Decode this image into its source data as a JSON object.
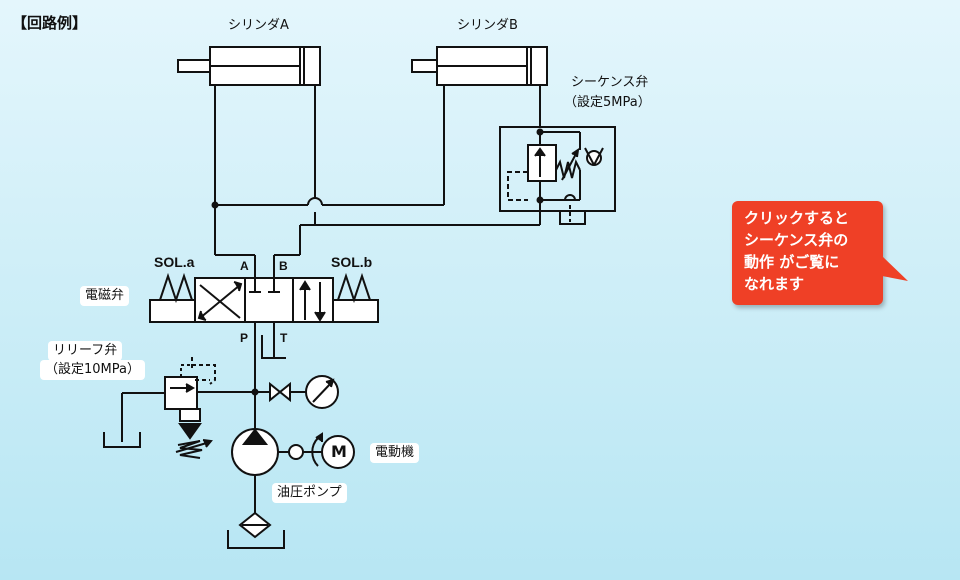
{
  "title": "【回路例】",
  "cylinder_a": "シリンダA",
  "cylinder_b": "シリンダB",
  "sequence_valve": {
    "name": "シーケンス弁",
    "setting": "（設定5MPa）"
  },
  "solenoid_valve": {
    "name": "電磁弁",
    "sol_a": "SOL.a",
    "sol_b": "SOL.b"
  },
  "ports": {
    "a": "A",
    "b": "B",
    "p": "P",
    "t": "T"
  },
  "relief_valve": {
    "name": "リリーフ弁",
    "setting": "（設定10MPa）"
  },
  "motor": {
    "name": "電動機",
    "symbol": "M"
  },
  "pump": "油圧ポンプ",
  "callout": [
    "クリックすると",
    "シーケンス弁の",
    "動作 がご覧に",
    "なれます"
  ]
}
